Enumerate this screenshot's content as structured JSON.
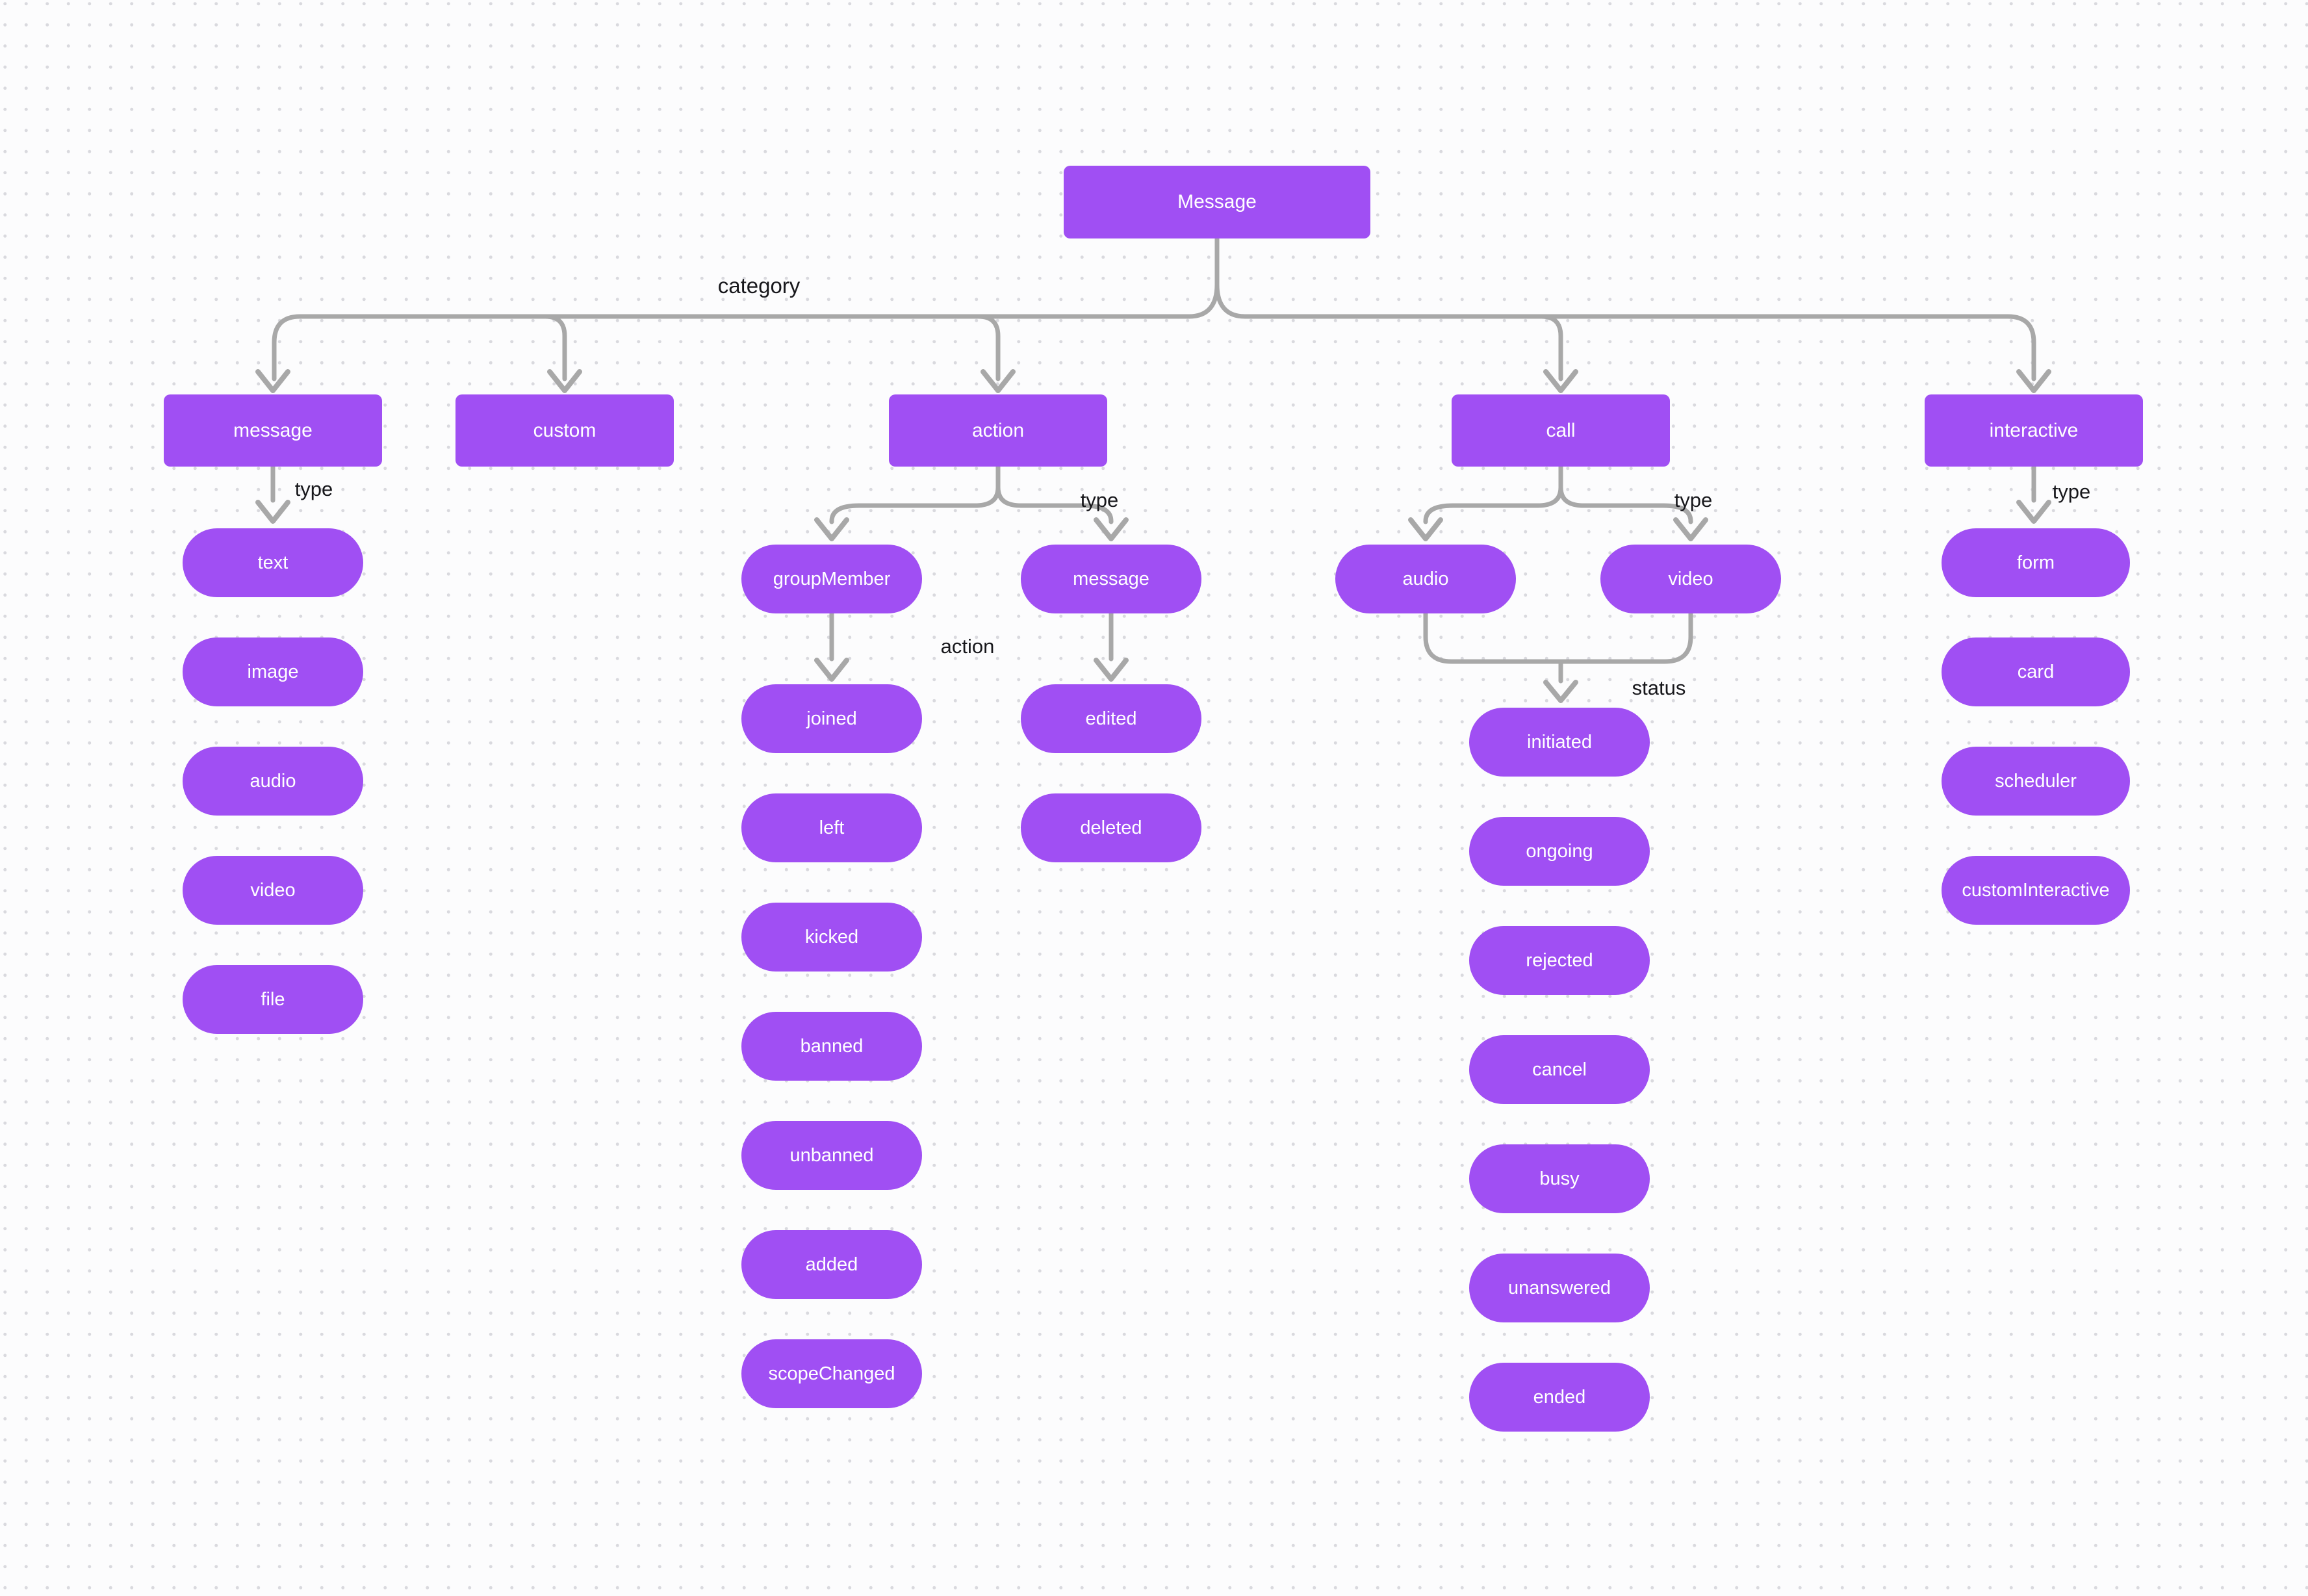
{
  "diagram": {
    "title": "Message",
    "colors": {
      "node_fill": "#a04ff3",
      "node_text": "#ffffff",
      "connector": "#a8a8a8",
      "label_text": "#17171b",
      "background": "#fcfcfd",
      "grid_dot": "#d9d9de"
    }
  },
  "nodes": [
    {
      "id": "message-root",
      "label": "Message",
      "shape": "rect"
    },
    {
      "id": "cat-message",
      "label": "message",
      "shape": "rect"
    },
    {
      "id": "cat-custom",
      "label": "custom",
      "shape": "rect"
    },
    {
      "id": "cat-action",
      "label": "action",
      "shape": "rect"
    },
    {
      "id": "cat-call",
      "label": "call",
      "shape": "rect"
    },
    {
      "id": "cat-interactive",
      "label": "interactive",
      "shape": "rect"
    },
    {
      "id": "type-text",
      "label": "text",
      "shape": "pill"
    },
    {
      "id": "type-image",
      "label": "image",
      "shape": "pill"
    },
    {
      "id": "type-audio",
      "label": "audio",
      "shape": "pill"
    },
    {
      "id": "type-video",
      "label": "video",
      "shape": "pill"
    },
    {
      "id": "type-file",
      "label": "file",
      "shape": "pill"
    },
    {
      "id": "group-member",
      "label": "groupMember",
      "shape": "pill"
    },
    {
      "id": "action-message",
      "label": "message",
      "shape": "pill"
    },
    {
      "id": "action-joined",
      "label": "joined",
      "shape": "pill"
    },
    {
      "id": "action-left",
      "label": "left",
      "shape": "pill"
    },
    {
      "id": "action-kicked",
      "label": "kicked",
      "shape": "pill"
    },
    {
      "id": "action-banned",
      "label": "banned",
      "shape": "pill"
    },
    {
      "id": "action-unbanned",
      "label": "unbanned",
      "shape": "pill"
    },
    {
      "id": "action-added",
      "label": "added",
      "shape": "pill"
    },
    {
      "id": "action-scopechanged",
      "label": "scopeChanged",
      "shape": "pill"
    },
    {
      "id": "action-edited",
      "label": "edited",
      "shape": "pill"
    },
    {
      "id": "action-deleted",
      "label": "deleted",
      "shape": "pill"
    },
    {
      "id": "call-audio",
      "label": "audio",
      "shape": "pill"
    },
    {
      "id": "call-video",
      "label": "video",
      "shape": "pill"
    },
    {
      "id": "status-initiated",
      "label": "initiated",
      "shape": "pill"
    },
    {
      "id": "status-ongoing",
      "label": "ongoing",
      "shape": "pill"
    },
    {
      "id": "status-rejected",
      "label": "rejected",
      "shape": "pill"
    },
    {
      "id": "status-cancel",
      "label": "cancel",
      "shape": "pill"
    },
    {
      "id": "status-busy",
      "label": "busy",
      "shape": "pill"
    },
    {
      "id": "status-unanswered",
      "label": "unanswered",
      "shape": "pill"
    },
    {
      "id": "status-ended",
      "label": "ended",
      "shape": "pill"
    },
    {
      "id": "int-form",
      "label": "form",
      "shape": "pill"
    },
    {
      "id": "int-card",
      "label": "card",
      "shape": "pill"
    },
    {
      "id": "int-scheduler",
      "label": "scheduler",
      "shape": "pill"
    },
    {
      "id": "int-custominteractive",
      "label": "customInteractive",
      "shape": "pill"
    }
  ],
  "edge_labels": [
    {
      "id": "category-label",
      "text": "category"
    },
    {
      "id": "type-label-message",
      "text": "type"
    },
    {
      "id": "type-label-action",
      "text": "type"
    },
    {
      "id": "type-label-call",
      "text": "type"
    },
    {
      "id": "type-label-interactive",
      "text": "type"
    },
    {
      "id": "action-label",
      "text": "action"
    },
    {
      "id": "status-label",
      "text": "status"
    }
  ]
}
